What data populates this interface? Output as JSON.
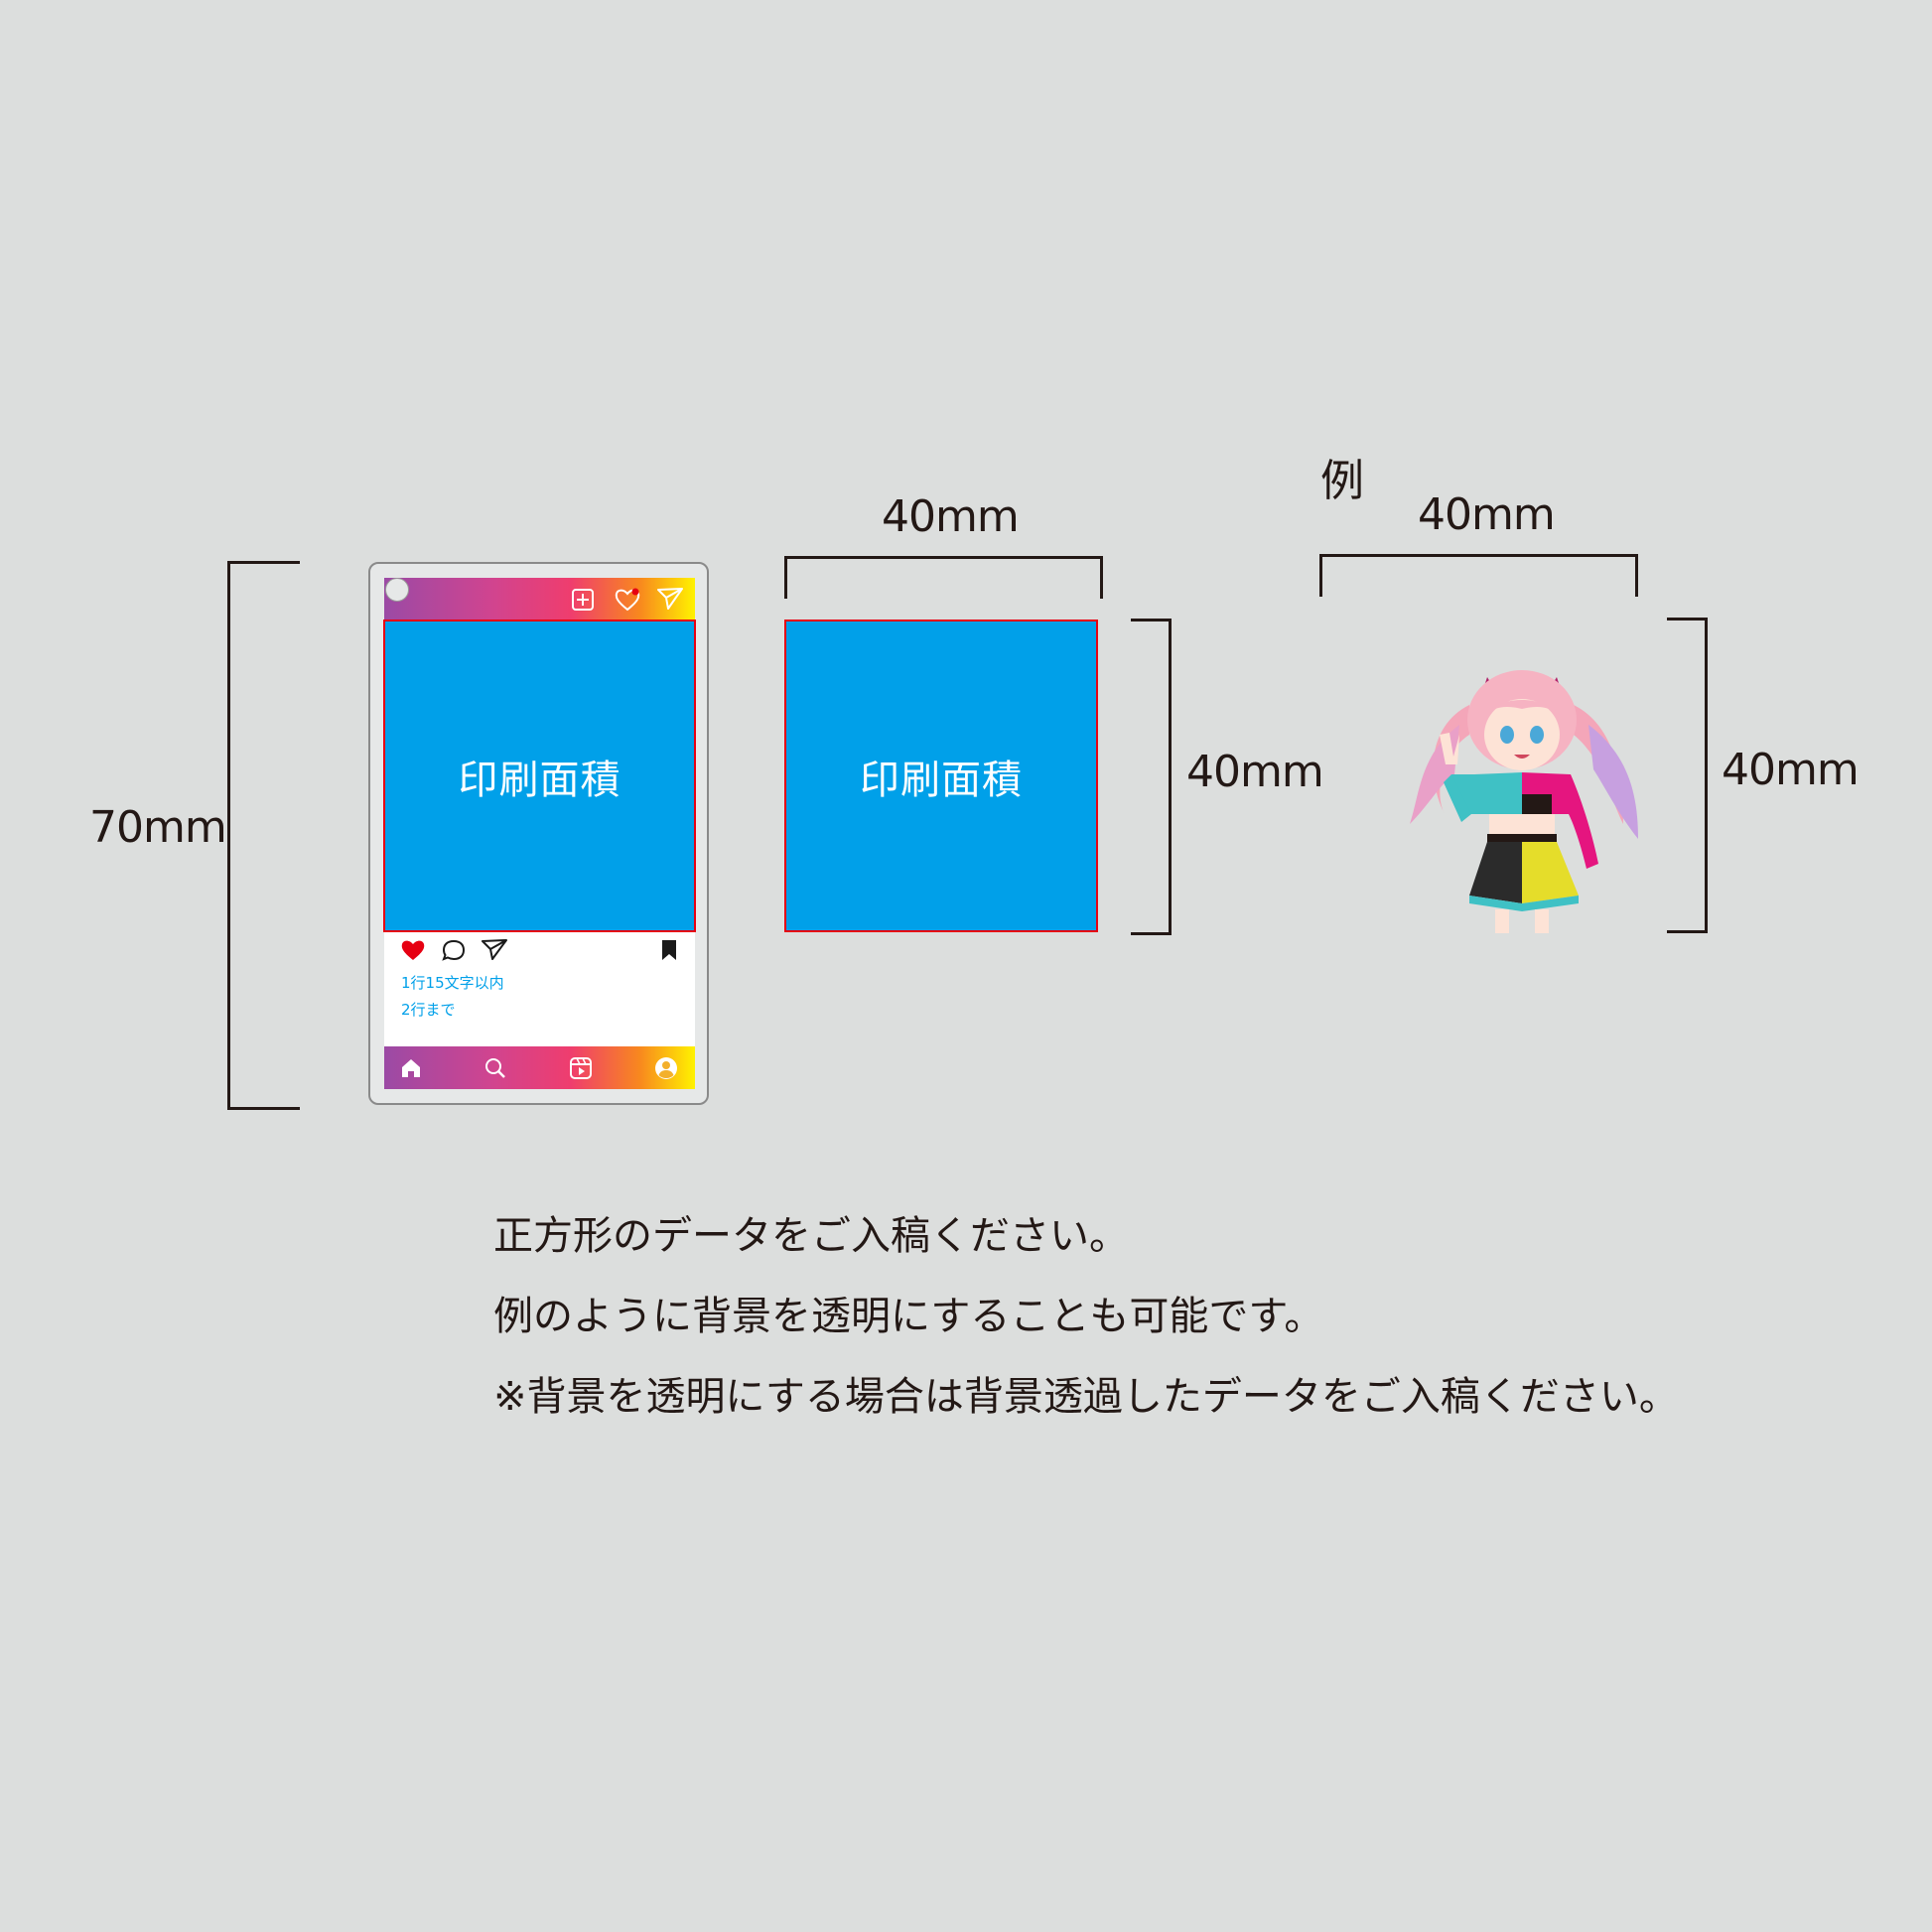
{
  "dimensions": {
    "height_card": "70mm",
    "width_square": "40mm",
    "height_square": "40mm",
    "example_label": "例",
    "width_example": "40mm",
    "height_example": "40mm"
  },
  "card": {
    "print_area_label": "印刷面積",
    "caption_line1": "1行15文字以内",
    "caption_line2": "2行まで"
  },
  "square": {
    "print_area_label": "印刷面積"
  },
  "icons": {
    "top": [
      "plus-square-icon",
      "heart-outline-icon",
      "send-icon"
    ],
    "actions": [
      "heart-filled-icon",
      "comment-icon",
      "send-icon",
      "bookmark-icon"
    ],
    "bottom": [
      "home-icon",
      "search-icon",
      "reels-icon",
      "profile-icon"
    ]
  },
  "colors": {
    "background": "#dcdedd",
    "print_area": "#00a0e9",
    "print_border": "#e60012",
    "text": "#231815"
  },
  "notes": [
    "正方形のデータをご入稿ください。",
    "例のように背景を透明にすることも可能です。",
    "※背景を透明にする場合は背景透過したデータをご入稿ください。"
  ]
}
